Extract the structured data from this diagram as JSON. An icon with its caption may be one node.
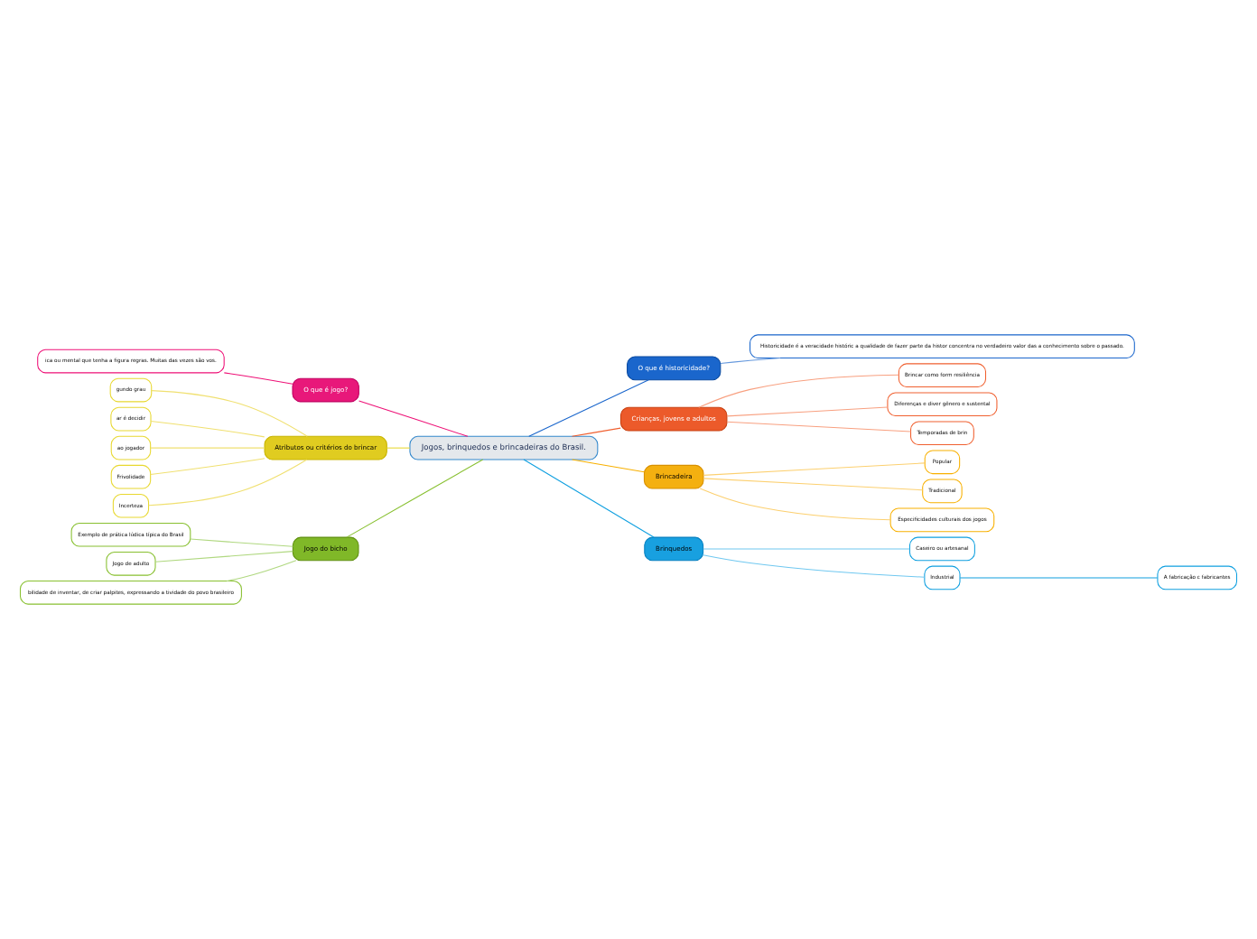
{
  "diagram": {
    "nodes": [
      {
        "text": [
          "Jogos, brinquedos e brincadeiras do Brasil."
        ]
      },
      {
        "text": [
          "O que é jogo?"
        ]
      },
      {
        "text": [
          "ica ou mental que tenha a figura regras. Muitas das vezes são vos."
        ]
      },
      {
        "text": [
          "Atributos ou critérios do brincar"
        ]
      },
      {
        "text": [
          "gundo grau"
        ]
      },
      {
        "text": [
          "ar é decidir"
        ]
      },
      {
        "text": [
          "ao jogador"
        ]
      },
      {
        "text": [
          "Frivolidade"
        ]
      },
      {
        "text": [
          "Incerteza"
        ]
      },
      {
        "text": [
          "Jogo do bicho"
        ]
      },
      {
        "text": [
          "Exemplo de prática lúdica típica do Brasil"
        ]
      },
      {
        "text": [
          "Jogo de adulto"
        ]
      },
      {
        "text": [
          "bilidade de inventar, de criar palpites, expressando a tividade do povo brasileiro"
        ]
      },
      {
        "text": [
          "O que é historicidade?"
        ]
      },
      {
        "text": [
          "Historicidade é a veracidade históric a qualidade de fazer parte da histor concentra no verdadeiro valor das a conhecimento sobre o passado."
        ]
      },
      {
        "text": [
          "Crianças, jovens e adultos"
        ]
      },
      {
        "text": [
          "Brincar como form resiliência"
        ]
      },
      {
        "text": [
          "Diferenças e diver gênero e sustental"
        ]
      },
      {
        "text": [
          "Temporadas de brin"
        ]
      },
      {
        "text": [
          "Brincadeira"
        ]
      },
      {
        "text": [
          "Popular"
        ]
      },
      {
        "text": [
          "Tradicional"
        ]
      },
      {
        "text": [
          "Especificidades culturais dos jogos"
        ]
      },
      {
        "text": [
          "Brinquedos"
        ]
      },
      {
        "text": [
          "Caseiro ou artesanal"
        ]
      },
      {
        "text": [
          "Industrial"
        ]
      },
      {
        "text": [
          "A fabricação c fabricantes"
        ]
      }
    ],
    "edges": [
      {
        "from": 0,
        "to": 1,
        "arrow": "none",
        "color": "#ee1177"
      },
      {
        "from": 1,
        "to": 2,
        "arrow": "none",
        "color": "#ee1177"
      },
      {
        "from": 0,
        "to": 3,
        "arrow": "none",
        "color": "#e8d830"
      },
      {
        "from": 3,
        "to": 4,
        "arrow": "none",
        "color": "#f0e070"
      },
      {
        "from": 3,
        "to": 5,
        "arrow": "none",
        "color": "#f0e070"
      },
      {
        "from": 3,
        "to": 6,
        "arrow": "none",
        "color": "#f0e070"
      },
      {
        "from": 3,
        "to": 7,
        "arrow": "none",
        "color": "#f0e070"
      },
      {
        "from": 3,
        "to": 8,
        "arrow": "none",
        "color": "#f0e070"
      },
      {
        "from": 0,
        "to": 9,
        "arrow": "none",
        "color": "#88c030"
      },
      {
        "from": 9,
        "to": 10,
        "arrow": "none",
        "color": "#b0d880"
      },
      {
        "from": 9,
        "to": 11,
        "arrow": "none",
        "color": "#b0d880"
      },
      {
        "from": 9,
        "to": 12,
        "arrow": "none",
        "color": "#b0d880"
      },
      {
        "from": 0,
        "to": 13,
        "arrow": "none",
        "color": "#1a66cc"
      },
      {
        "from": 13,
        "to": 14,
        "arrow": "none",
        "color": "#6699dd"
      },
      {
        "from": 0,
        "to": 15,
        "arrow": "none",
        "color": "#f06030"
      },
      {
        "from": 15,
        "to": 16,
        "arrow": "none",
        "color": "#f8a080"
      },
      {
        "from": 15,
        "to": 17,
        "arrow": "none",
        "color": "#f8a080"
      },
      {
        "from": 15,
        "to": 18,
        "arrow": "none",
        "color": "#f8a080"
      },
      {
        "from": 0,
        "to": 19,
        "arrow": "none",
        "color": "#f8b000"
      },
      {
        "from": 19,
        "to": 20,
        "arrow": "none",
        "color": "#fcd070"
      },
      {
        "from": 19,
        "to": 21,
        "arrow": "none",
        "color": "#fcd070"
      },
      {
        "from": 19,
        "to": 22,
        "arrow": "none",
        "color": "#fcd070"
      },
      {
        "from": 0,
        "to": 23,
        "arrow": "none",
        "color": "#10a0e0"
      },
      {
        "from": 23,
        "to": 24,
        "arrow": "none",
        "color": "#70c8f0"
      },
      {
        "from": 23,
        "to": 25,
        "arrow": "none",
        "color": "#70c8f0"
      },
      {
        "from": 25,
        "to": 26,
        "arrow": "none",
        "color": "#10a0e0"
      }
    ]
  }
}
